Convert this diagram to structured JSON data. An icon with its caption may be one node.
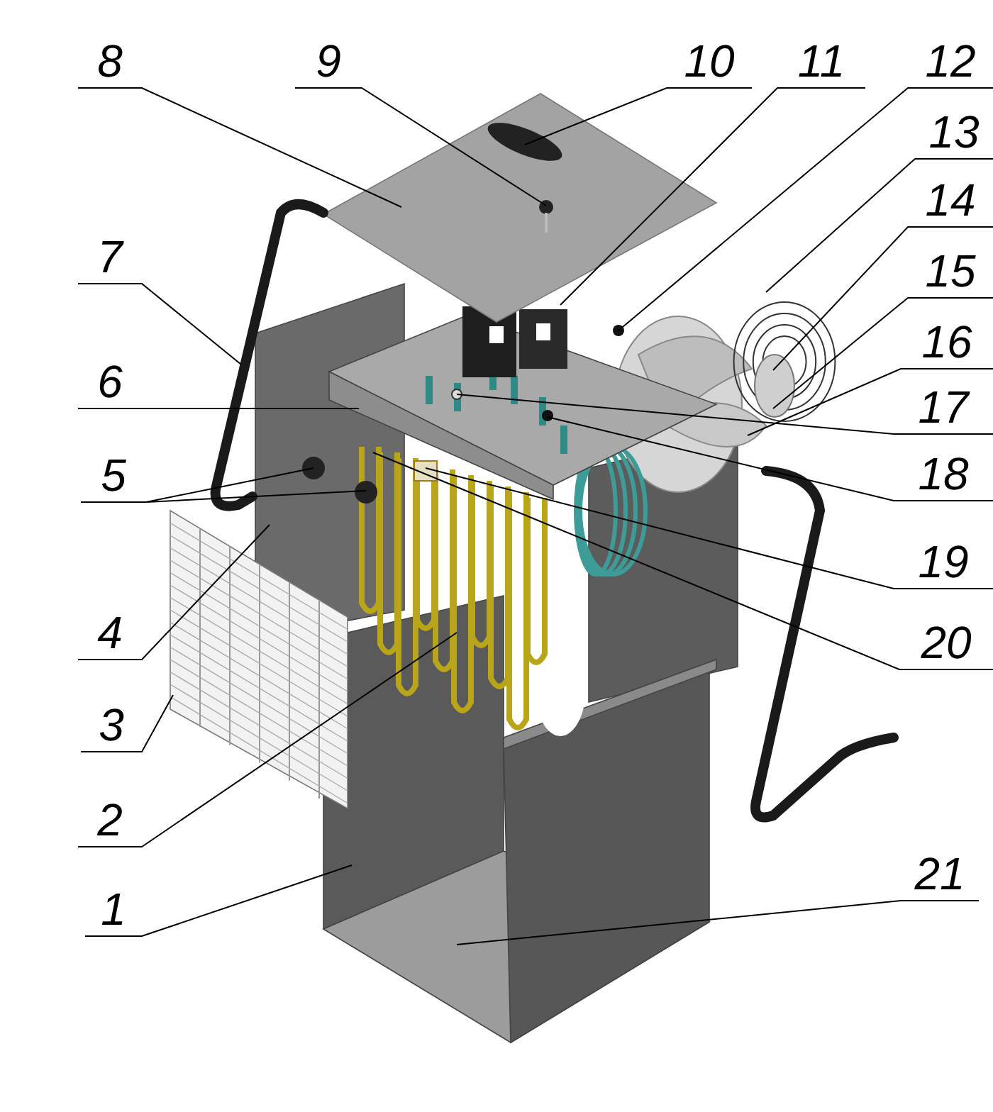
{
  "diagram": {
    "nodes": [
      {
        "text": [
          "1"
        ]
      },
      {
        "text": [
          "2"
        ]
      },
      {
        "text": [
          "3"
        ]
      },
      {
        "text": [
          "4"
        ]
      },
      {
        "text": [
          "5"
        ]
      },
      {
        "text": [
          "6"
        ]
      },
      {
        "text": [
          "7"
        ]
      },
      {
        "text": [
          "8"
        ]
      },
      {
        "text": [
          "9"
        ]
      },
      {
        "text": [
          "10"
        ]
      },
      {
        "text": [
          "11"
        ]
      },
      {
        "text": [
          "12"
        ]
      },
      {
        "text": [
          "13"
        ]
      },
      {
        "text": [
          "14"
        ]
      },
      {
        "text": [
          "15"
        ]
      },
      {
        "text": [
          "16"
        ]
      },
      {
        "text": [
          "17"
        ]
      },
      {
        "text": [
          "18"
        ]
      },
      {
        "text": [
          "19"
        ]
      },
      {
        "text": [
          "20"
        ]
      },
      {
        "text": [
          "21"
        ]
      }
    ],
    "edges": [
      {
        "from": 0,
        "to": null,
        "arrow": "none"
      },
      {
        "from": 1,
        "to": null,
        "arrow": "none"
      },
      {
        "from": 2,
        "to": null,
        "arrow": "none"
      },
      {
        "from": 3,
        "to": null,
        "arrow": "none"
      },
      {
        "from": 4,
        "to": null,
        "arrow": "none"
      },
      {
        "from": 4,
        "to": null,
        "arrow": "none"
      },
      {
        "from": 5,
        "to": null,
        "arrow": "none"
      },
      {
        "from": 6,
        "to": null,
        "arrow": "none"
      },
      {
        "from": 7,
        "to": null,
        "arrow": "none"
      },
      {
        "from": 8,
        "to": null,
        "arrow": "none"
      },
      {
        "from": 9,
        "to": null,
        "arrow": "none"
      },
      {
        "from": 10,
        "to": null,
        "arrow": "none"
      },
      {
        "from": 11,
        "to": null,
        "arrow": "none"
      },
      {
        "from": 12,
        "to": null,
        "arrow": "none"
      },
      {
        "from": 13,
        "to": null,
        "arrow": "none"
      },
      {
        "from": 14,
        "to": null,
        "arrow": "none"
      },
      {
        "from": 15,
        "to": null,
        "arrow": "none"
      },
      {
        "from": 16,
        "to": null,
        "arrow": "none"
      },
      {
        "from": 17,
        "to": null,
        "arrow": "none"
      },
      {
        "from": 18,
        "to": null,
        "arrow": "none"
      },
      {
        "from": 19,
        "to": null,
        "arrow": "none"
      },
      {
        "from": 20,
        "to": null,
        "arrow": "none"
      }
    ]
  }
}
